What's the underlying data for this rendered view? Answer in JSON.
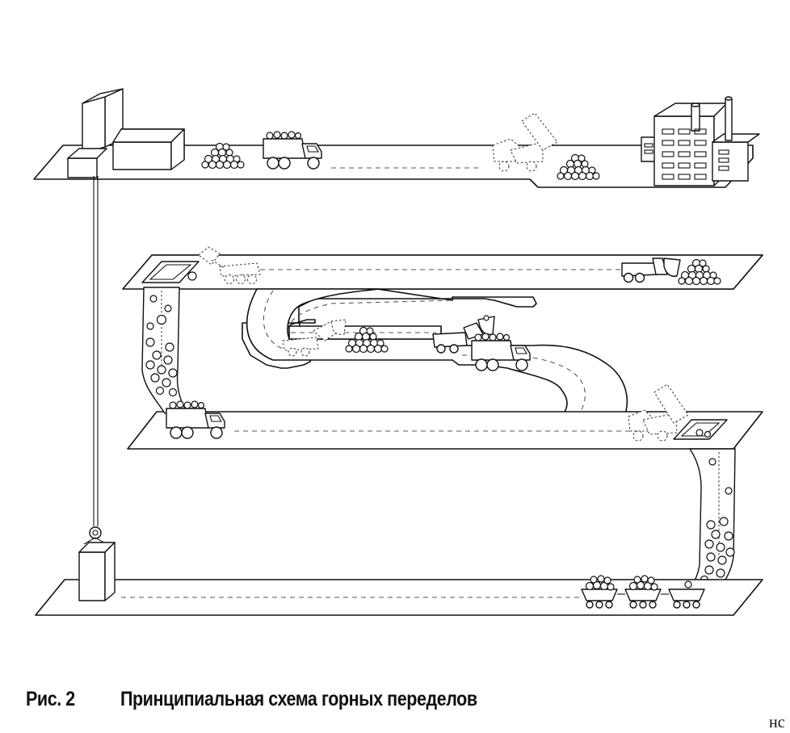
{
  "figure": {
    "number": "Рис. 2",
    "title": "Принципиальная схема горных переделов"
  },
  "page_fragment": "нс",
  "diagram": {
    "levels": [
      "surface-level",
      "upper-mining-level",
      "middle-mining-level",
      "bottom-haulage-level"
    ],
    "elements": [
      "headframe",
      "processing-plant",
      "dump-truck",
      "loader",
      "ore-pass",
      "skip",
      "mine-cars"
    ]
  }
}
